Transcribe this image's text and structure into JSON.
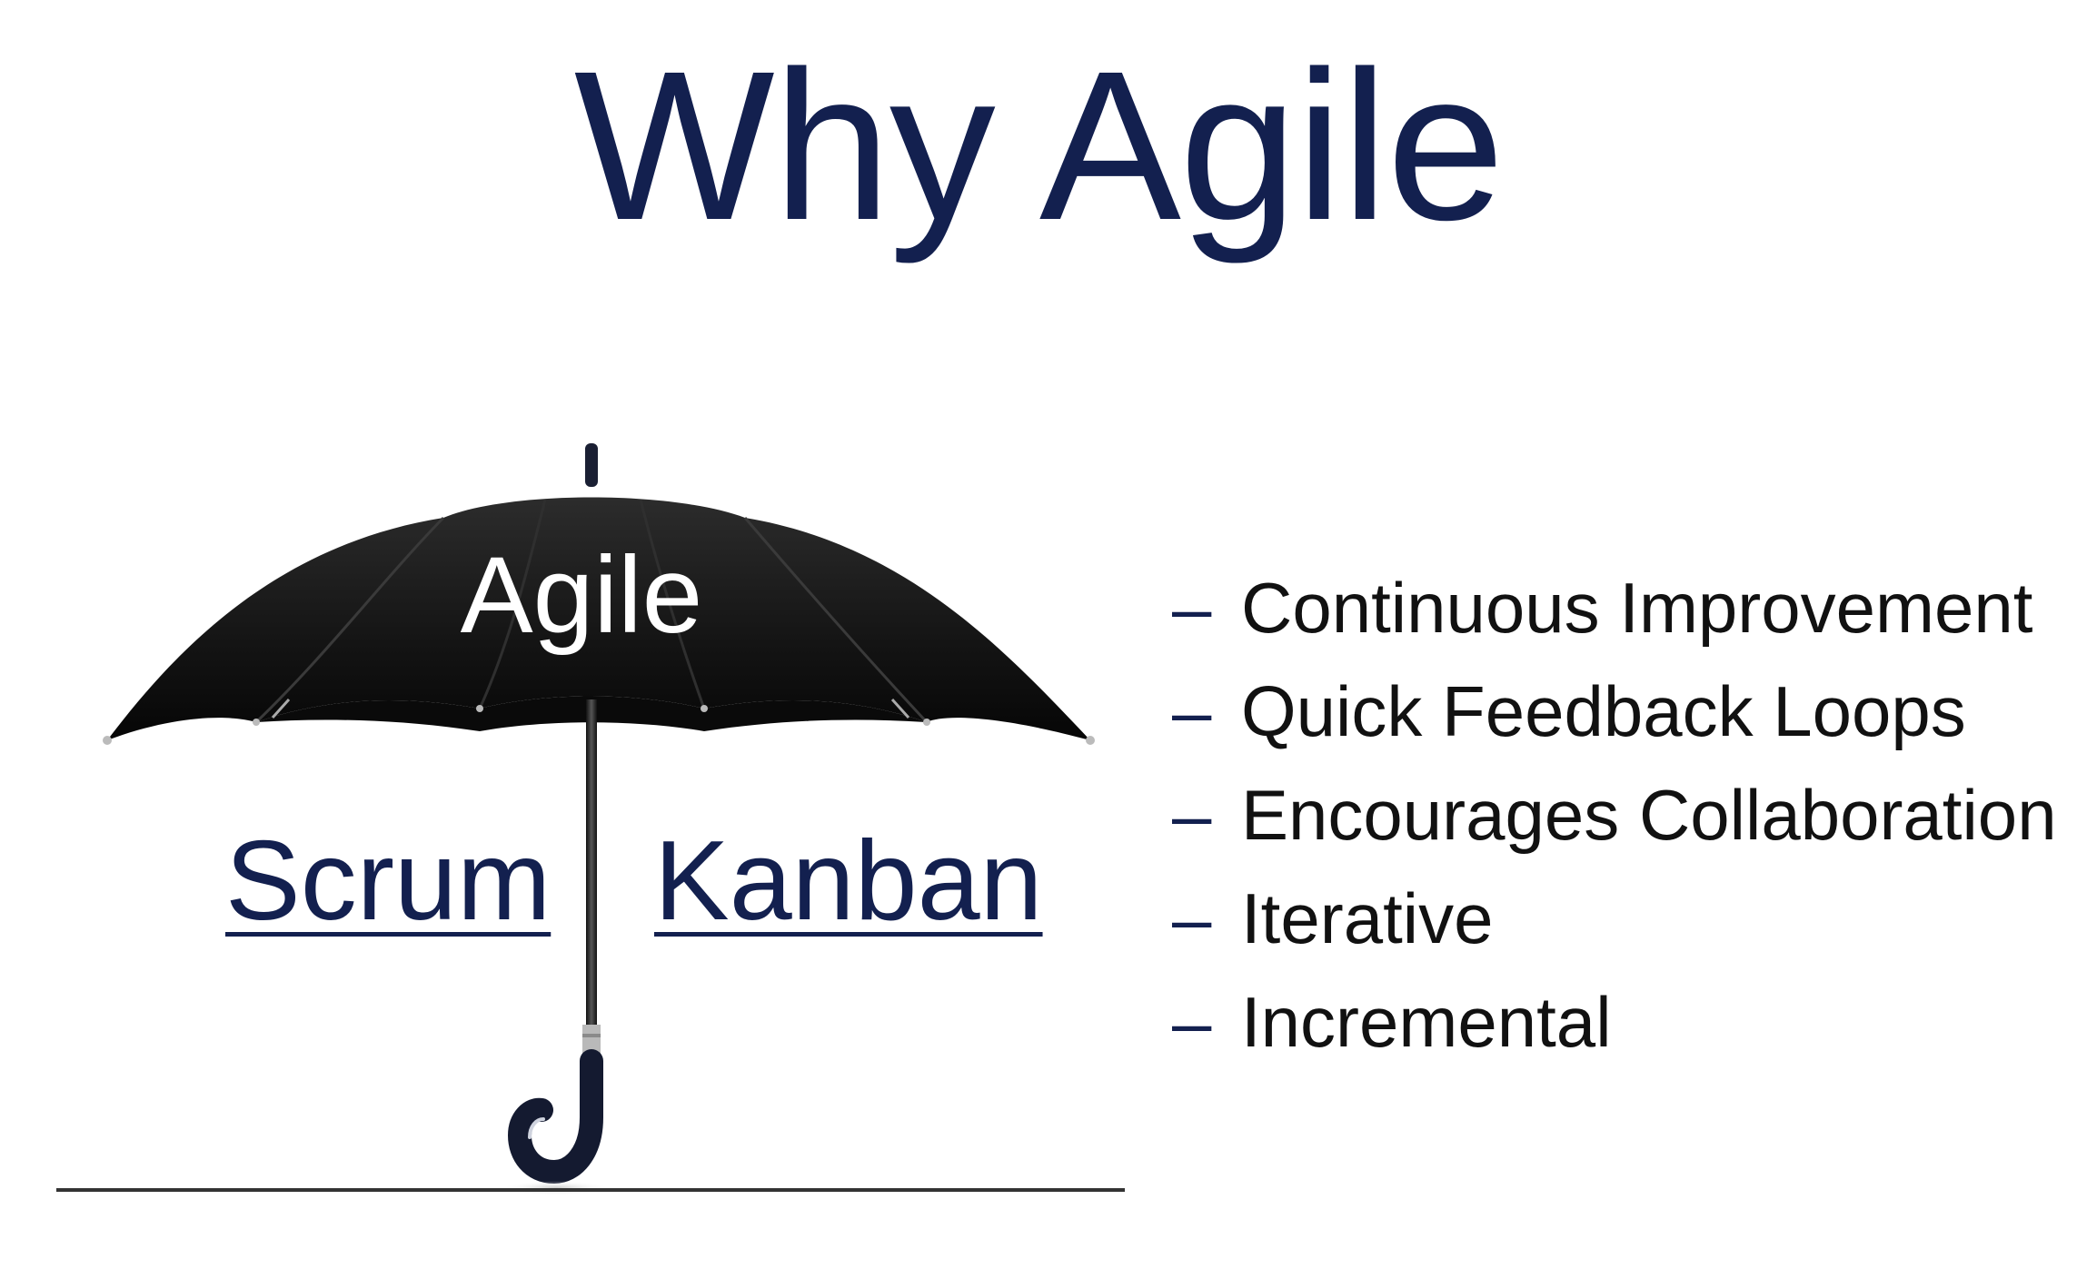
{
  "slide": {
    "title": "Why Agile",
    "umbrella": {
      "canopy_label": "Agile",
      "methods": [
        {
          "label": "Scrum"
        },
        {
          "label": "Kanban"
        }
      ]
    },
    "bullets": [
      {
        "marker": "–",
        "text": "Continuous Improvement"
      },
      {
        "marker": "–",
        "text": "Quick Feedback Loops"
      },
      {
        "marker": "–",
        "text": "Encourages Collaboration"
      },
      {
        "marker": "–",
        "text": "Iterative"
      },
      {
        "marker": "–",
        "text": "Incremental"
      }
    ]
  },
  "colors": {
    "title": "#13204f",
    "link": "#13204f",
    "body_text": "#111111",
    "umbrella": "#151515",
    "background": "#ffffff"
  },
  "icons": {
    "umbrella": "umbrella-icon"
  }
}
